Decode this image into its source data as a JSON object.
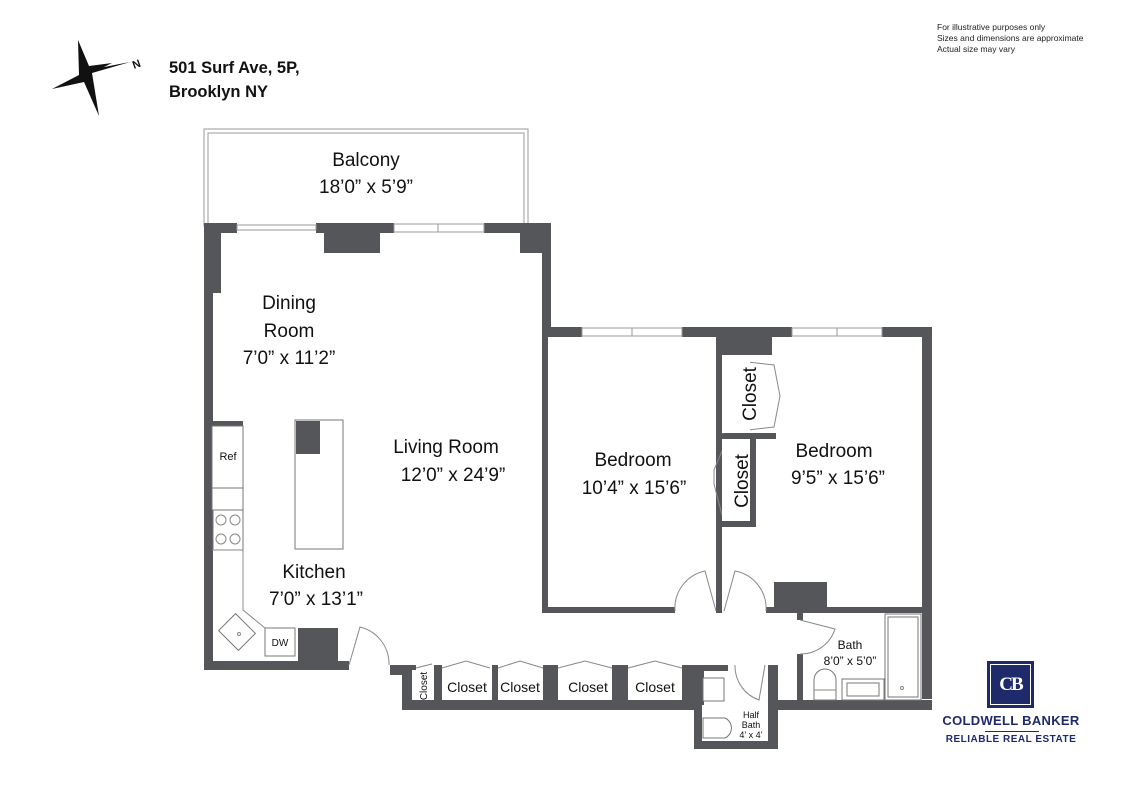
{
  "header": {
    "address_line1": "501 Surf Ave, 5P,",
    "address_line2": "Brooklyn NY",
    "compass_label": "N"
  },
  "disclaimer": {
    "line1": "For illustrative purposes only",
    "line2": "Sizes and dimensions are approximate",
    "line3": "Actual size may vary"
  },
  "rooms": {
    "balcony": {
      "name": "Balcony",
      "dims": "18’0” x 5’9”"
    },
    "dining": {
      "name_line1": "Dining",
      "name_line2": "Room",
      "dims": "7’0” x 11’2”"
    },
    "living": {
      "name": "Living Room",
      "dims": "12’0” x 24’9”"
    },
    "kitchen": {
      "name": "Kitchen",
      "dims": "7’0” x 13’1”"
    },
    "bedroom1": {
      "name": "Bedroom",
      "dims": "10’4” x 15’6”"
    },
    "bedroom2": {
      "name": "Bedroom",
      "dims": "9’5” x 15’6”"
    },
    "bath": {
      "name": "Bath",
      "dims": "8’0” x 5’0”"
    },
    "half_bath": {
      "name_line1": "Half",
      "name_line2": "Bath",
      "dims": "4’ x 4’"
    }
  },
  "fixtures": {
    "ref": "Ref",
    "dw": "DW"
  },
  "closets": {
    "label": "Closet",
    "items": [
      "Closet",
      "Closet",
      "Closet",
      "Closet",
      "Closet",
      "Closet",
      "Closet"
    ]
  },
  "brand": {
    "logo_text": "CB",
    "name": "COLDWELL BANKER",
    "tagline": "RELIABLE REAL ESTATE",
    "color": "#1f2a6b"
  },
  "colors": {
    "wall": "#54565a",
    "background": "#ffffff"
  }
}
